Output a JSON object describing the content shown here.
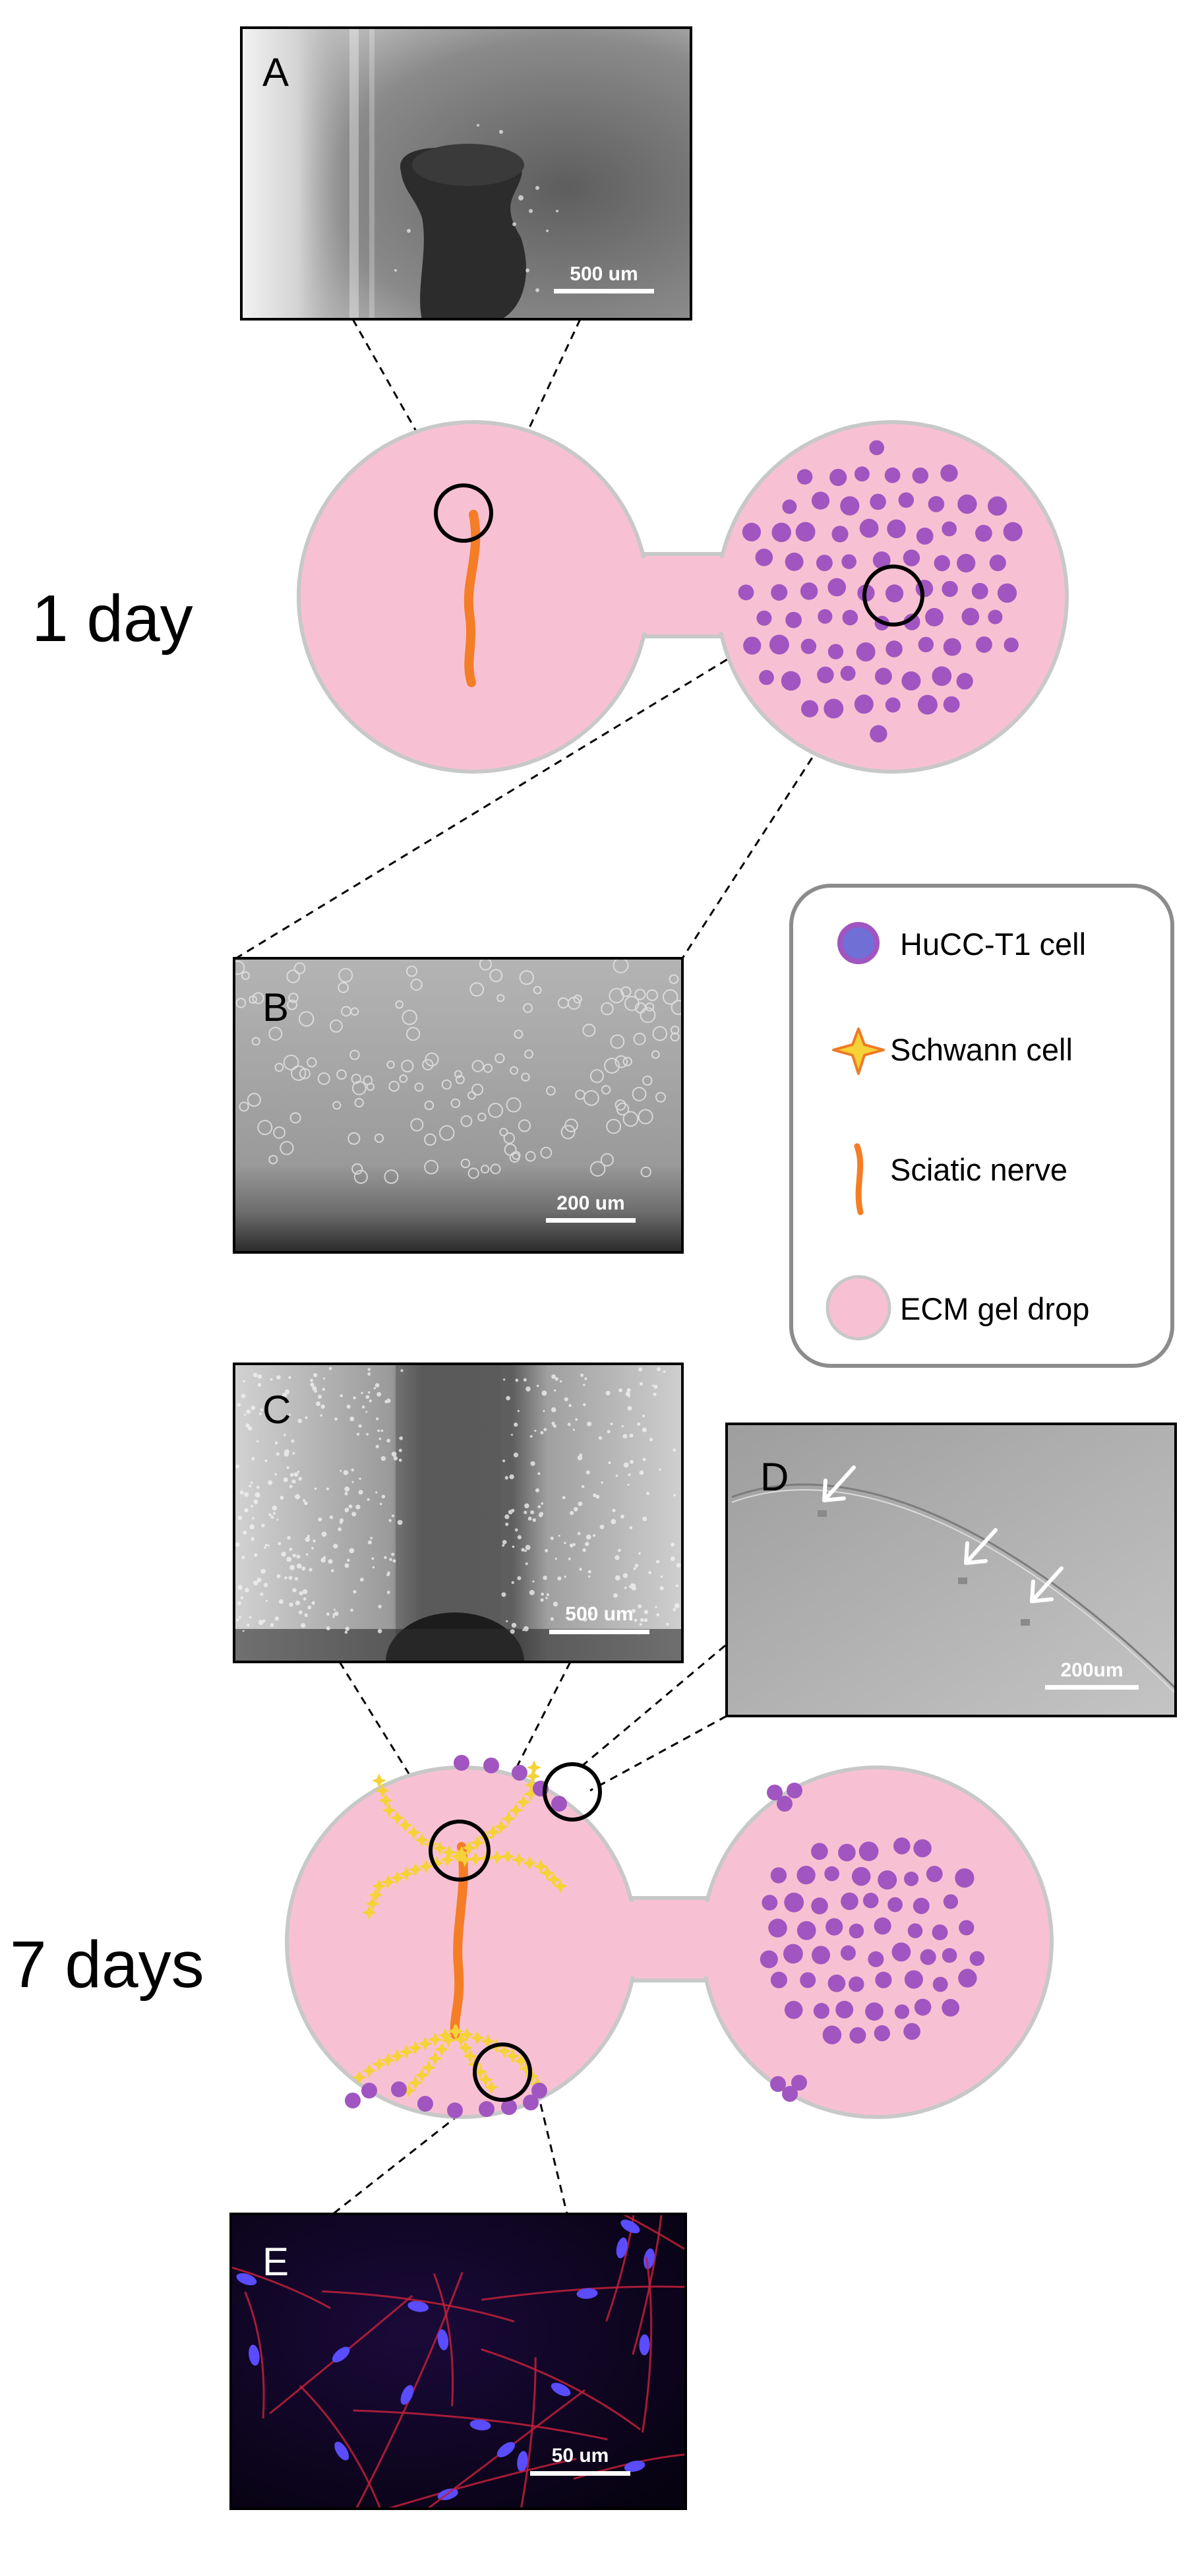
{
  "time_labels": {
    "day1": "1 day",
    "day7": "7 days"
  },
  "panels": {
    "A": {
      "letter": "A",
      "scale": "500 um"
    },
    "B": {
      "letter": "B",
      "scale": "200 um"
    },
    "C": {
      "letter": "C",
      "scale": "500 um"
    },
    "D": {
      "letter": "D",
      "scale": "200um"
    },
    "E": {
      "letter": "E",
      "scale": "50 um"
    }
  },
  "legend": {
    "items": [
      {
        "label": "HuCC-T1 cell",
        "icon": "hucc-t1-cell-icon"
      },
      {
        "label": "Schwann cell",
        "icon": "schwann-cell-icon"
      },
      {
        "label": "Sciatic nerve",
        "icon": "sciatic-nerve-icon"
      },
      {
        "label": "ECM gel drop",
        "icon": "ecm-gel-drop-icon"
      }
    ]
  },
  "colors": {
    "ecm_gel": "#f8c1d3",
    "ecm_gel_border": "#c8c8c8",
    "hucc_cell": "#a155c0",
    "hucc_cell_core": "#6f6fd6",
    "schwann_cell": "#f5d236",
    "schwann_outline": "#ef7a26",
    "nerve": "#f47d26",
    "legend_border": "#8c8c8c"
  }
}
